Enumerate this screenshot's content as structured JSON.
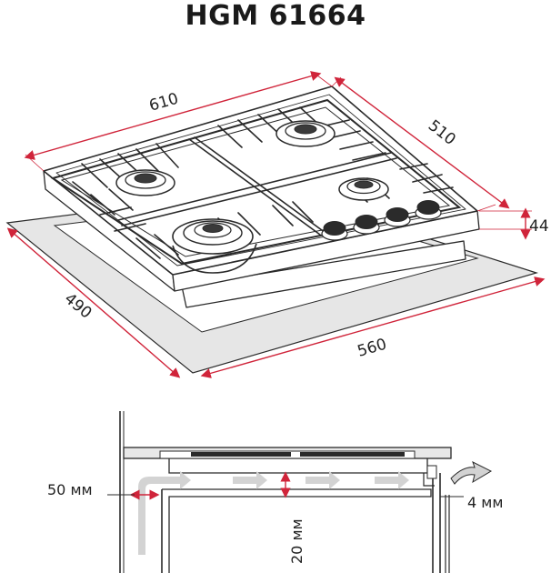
{
  "title": "HGM 61664",
  "dimensions": {
    "width_top": "610",
    "depth_top": "510",
    "height": "44",
    "cutout_depth": "490",
    "cutout_width": "560"
  },
  "installation": {
    "wall_gap": "50 мм",
    "air_gap": "20 мм",
    "side_gap": "4 мм"
  },
  "colors": {
    "dimension": "#d0243a",
    "arrow_gray": "#cfcfcf",
    "line": "#2a2a2a",
    "cutout_fill": "#e6e6e6"
  }
}
